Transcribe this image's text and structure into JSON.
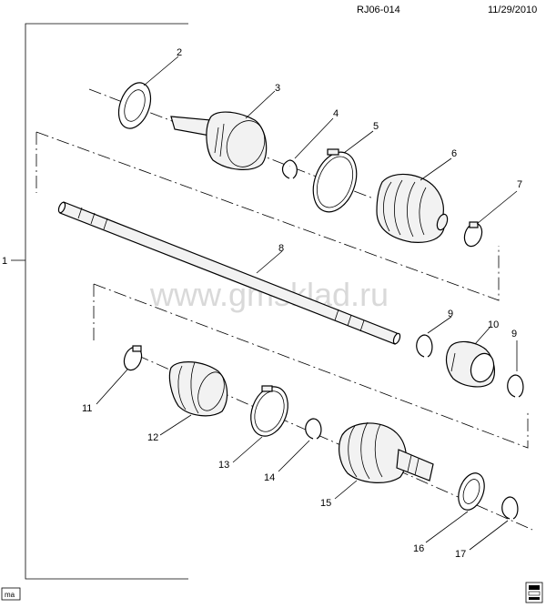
{
  "header": {
    "ref": "RJ06-014",
    "date": "11/29/2010"
  },
  "watermark": "www.gmsklad.ru",
  "footer": {
    "tag": "ma"
  },
  "callouts": {
    "c1": "1",
    "c2": "2",
    "c3": "3",
    "c4": "4",
    "c5": "5",
    "c6": "6",
    "c7": "7",
    "c8": "8",
    "c9a": "9",
    "c9b": "9",
    "c10": "10",
    "c11": "11",
    "c12": "12",
    "c13": "13",
    "c14": "14",
    "c15": "15",
    "c16": "16",
    "c17": "17"
  },
  "colors": {
    "line": "#000000",
    "fill": "#f2f2f2",
    "watermark": "#d9d9d9"
  }
}
